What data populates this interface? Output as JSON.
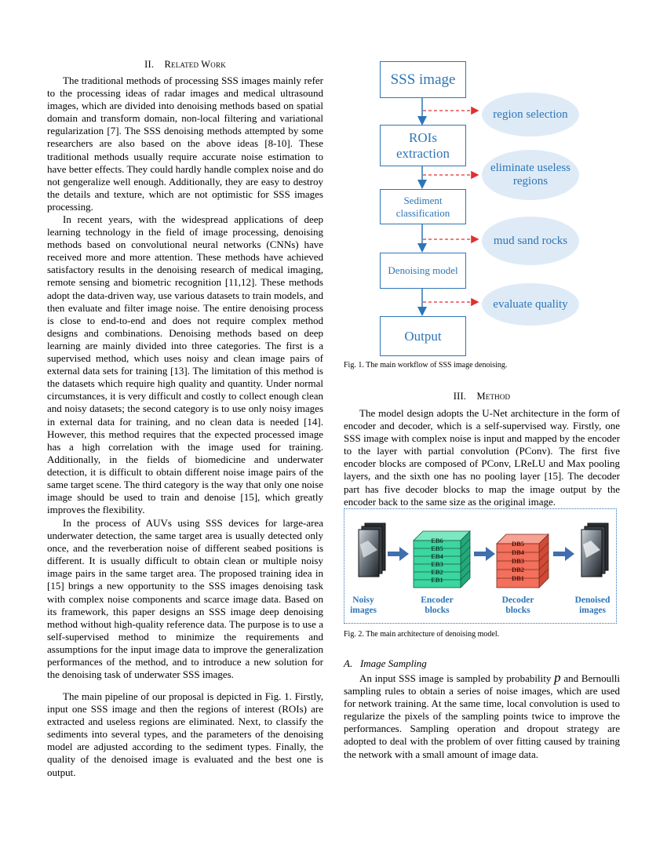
{
  "left": {
    "section2": {
      "numeral": "II.",
      "title": "Related Work"
    },
    "paragraphs": [
      "The traditional methods of processing SSS images mainly refer to the processing ideas of radar images and medical ultrasound images, which are divided into denoising methods based on spatial domain and transform domain, non-local filtering and variational regularization [7]. The SSS denoising methods attempted by some researchers are also based on the above ideas [8-10]. These traditional methods usually require accurate noise estimation to have better effects. They could hardly handle complex noise and do not gengeralize well enough. Additionally, they are easy to destroy the details and texture, which are not optimistic for SSS images processing.",
      "In recent years, with the widespread applications of deep learning technology in the field of image processing, denoising methods based on convolutional neural networks (CNNs) have received more and more attention. These methods have achieved satisfactory results in the denoising research of medical imaging, remote sensing and biometric recognition [11,12]. These methods adopt the data-driven way, use various datasets to train models, and then evaluate and filter image noise. The entire denoising process is close to end-to-end and does not require complex method designs and combinations. Denoising methods based on deep learning are mainly divided into three categories. The first is a supervised method, which uses noisy and clean image pairs of external data sets for training [13]. The limitation of this method is the datasets which require high quality and quantity. Under normal circumstances, it is very difficult and costly to collect enough clean and noisy datasets; the second category is to use only noisy images in external data for training, and no clean data is needed [14]. However, this method requires that the expected processed image has a high correlation with the image used for training. Additionally, in the fields of biomedicine and underwater detection, it is difficult to obtain different noise image pairs of the same target scene. The third category is the way that only one noise image should be used to train and denoise [15], which greatly improves the flexibility.",
      "In the process of AUVs using SSS devices for large-area underwater detection, the same target area is usually detected only once, and the reverberation noise of different seabed positions is different. It is usually difficult to obtain clean or multiple noisy image pairs in the same target area. The proposed training idea in [15] brings a new opportunity to the SSS images denoising task with complex noise components and scarce image data. Based on its framework, this paper designs an SSS image deep denoising method without high-quality reference data. The purpose is to use a self-supervised method to minimize the requirements and assumptions for the input image data to improve the generalization performances of the method, and to introduce a new solution for the denoising task of underwater SSS images.",
      "The main pipeline of our proposal is depicted in Fig. 1. Firstly, input one SSS image and then the regions of interest (ROIs) are extracted and useless regions are eliminated. Next, to classify the sediments into several types, and the parameters of the denoising model are adjusted according to the sediment types. Finally, the quality of the denoised image is evaluated and the best one is output."
    ]
  },
  "fig1": {
    "boxes": [
      "SSS image",
      "ROIs extraction",
      "Sediment classification",
      "Denoising model",
      "Output"
    ],
    "ellipses": [
      "region selection",
      "eliminate useless regions",
      "mud sand rocks",
      "evaluate quality"
    ],
    "caption": "Fig. 1.   The main workflow of SSS image denoising.",
    "colors": {
      "primary": "#2E75B6",
      "ellipse_fill": "#DEEBF7",
      "arrow_dashed": "#E03030"
    }
  },
  "right": {
    "section3": {
      "numeral": "III.",
      "title": "Method"
    },
    "method_paragraph": "The model design adopts the U-Net architecture in the form of encoder and decoder, which is a self-supervised way. Firstly, one SSS image with complex noise is input and mapped by the encoder to the layer with partial convolution (PConv). The first five encoder blocks are composed of PConv, LReLU and Max pooling layers, and the sixth one has no pooling layer [15]. The decoder part has five decoder blocks to map the image output by the encoder back to the same size as the original image.",
    "subsection": {
      "letter": "A.",
      "title": "Image Sampling"
    },
    "sampling_paragraph_pre": "An input SSS image is sampled by probability ",
    "sampling_symbol": "p",
    "sampling_paragraph_post": " and Bernoulli sampling rules to obtain a series of noise images, which are used for network training. At the same time, local convolution is used to regularize the pixels of the sampling points twice to improve the performances. Sampling operation and dropout strategy are adopted to deal with the problem of over fitting caused by training the network with a small amount of image data."
  },
  "fig2": {
    "encoder_layers": [
      "EB6",
      "EB5",
      "EB4",
      "EB3",
      "EB2",
      "EB1"
    ],
    "decoder_layers": [
      "DB5",
      "DB4",
      "DB3",
      "DB2",
      "DB1"
    ],
    "labels": {
      "noisy": "Noisy images",
      "encoder": "Encoder blocks",
      "decoder": "Decoder blocks",
      "denoised": "Denoised images"
    },
    "caption": "Fig. 2.   The main architecture of denoising model.",
    "colors": {
      "encoder_fill": "#3CD6A0",
      "decoder_fill": "#F2705C",
      "arrow": "#3F6FAE",
      "label": "#2E75B6"
    }
  }
}
